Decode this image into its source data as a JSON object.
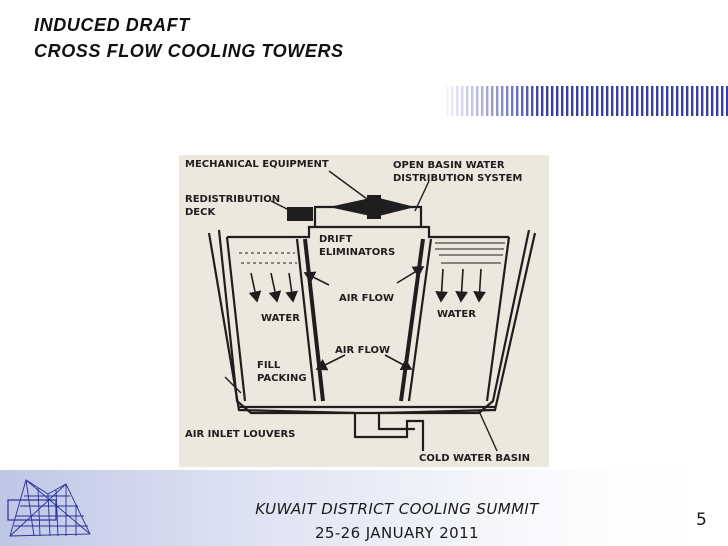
{
  "slide": {
    "title_line1": "INDUCED DRAFT",
    "title_line2": "CROSS FLOW COOLING TOWERS",
    "page_number": "5",
    "colors": {
      "stripe_blue": "#3a3fa8",
      "footer_blue": "#b7c0e3",
      "logo_blue": "#28309a",
      "figure_bg": "#ece8de",
      "ink": "#1e1e1e"
    }
  },
  "figure": {
    "labels": {
      "mechanical_equipment": "MECHANICAL EQUIPMENT",
      "open_basin_line1": "OPEN BASIN WATER",
      "open_basin_line2": "DISTRIBUTION SYSTEM",
      "redistribution_line1": "REDISTRIBUTION",
      "redistribution_line2": "DECK",
      "drift_line1": "DRIFT",
      "drift_line2": "ELIMINATORS",
      "air_flow_upper": "AIR FLOW",
      "air_flow_lower": "AIR FLOW",
      "water_left": "WATER",
      "water_right": "WATER",
      "fill_line1": "FILL",
      "fill_line2": "PACKING",
      "air_inlet_louvers": "AIR INLET LOUVERS",
      "cold_water_basin": "COLD WATER BASIN"
    }
  },
  "footer": {
    "event_name": "KUWAIT DISTRICT COOLING SUMMIT",
    "event_dates": "25-26 JANUARY 2011"
  }
}
